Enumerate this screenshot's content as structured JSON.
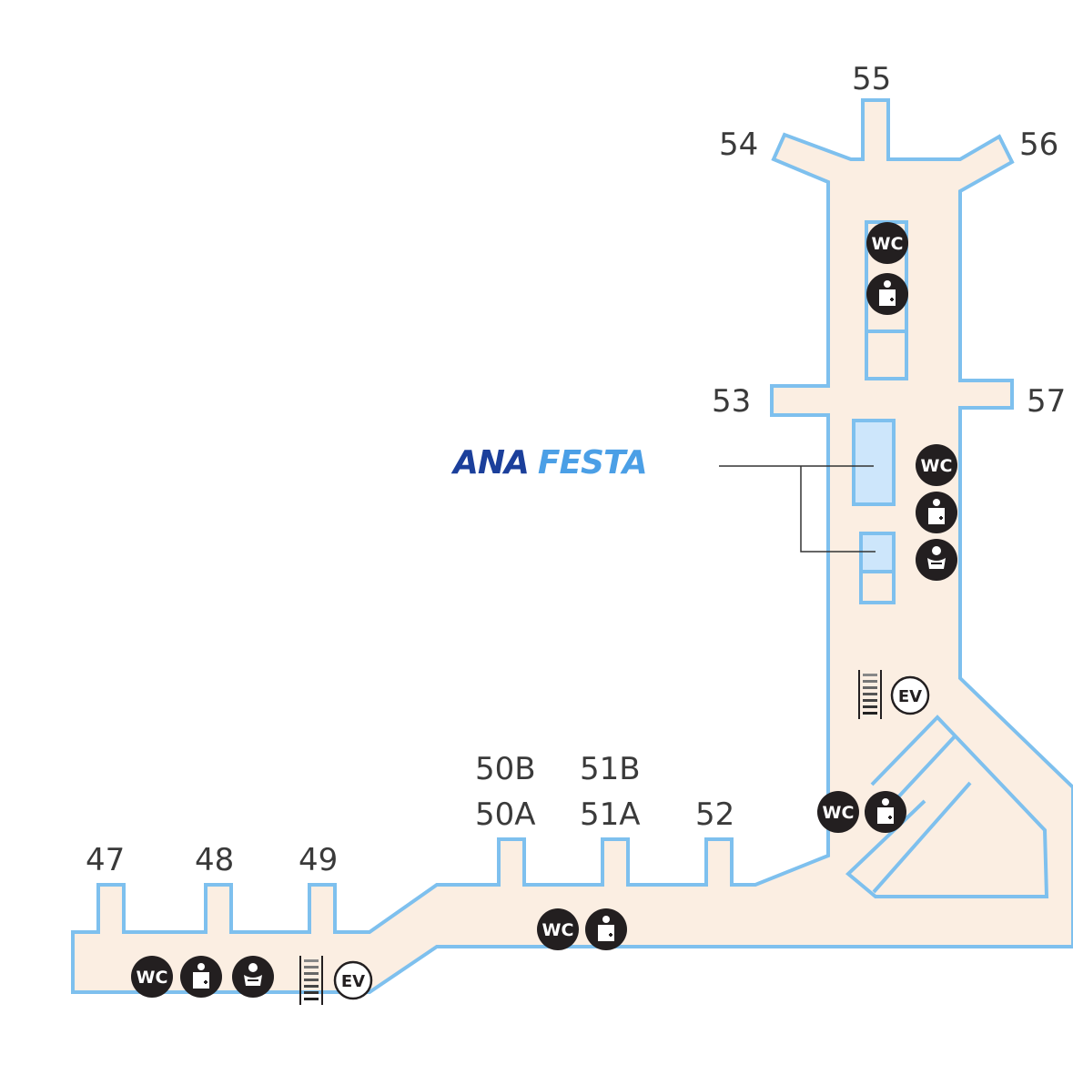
{
  "map": {
    "brand": {
      "part1": "ANA",
      "part2": "FESTA",
      "color_primary": "#1b3f9b",
      "color_secondary": "#4b9fe6"
    },
    "gates": [
      "47",
      "48",
      "49",
      "50B",
      "50A",
      "51B",
      "51A",
      "52",
      "53",
      "54",
      "55",
      "56",
      "57"
    ],
    "icons": {
      "wc": "WC",
      "ev": "EV"
    },
    "colors": {
      "floor": "#fbeee2",
      "wall": "#7ec0ee",
      "shop": "#cde6fb",
      "icon": "#231f20"
    }
  }
}
